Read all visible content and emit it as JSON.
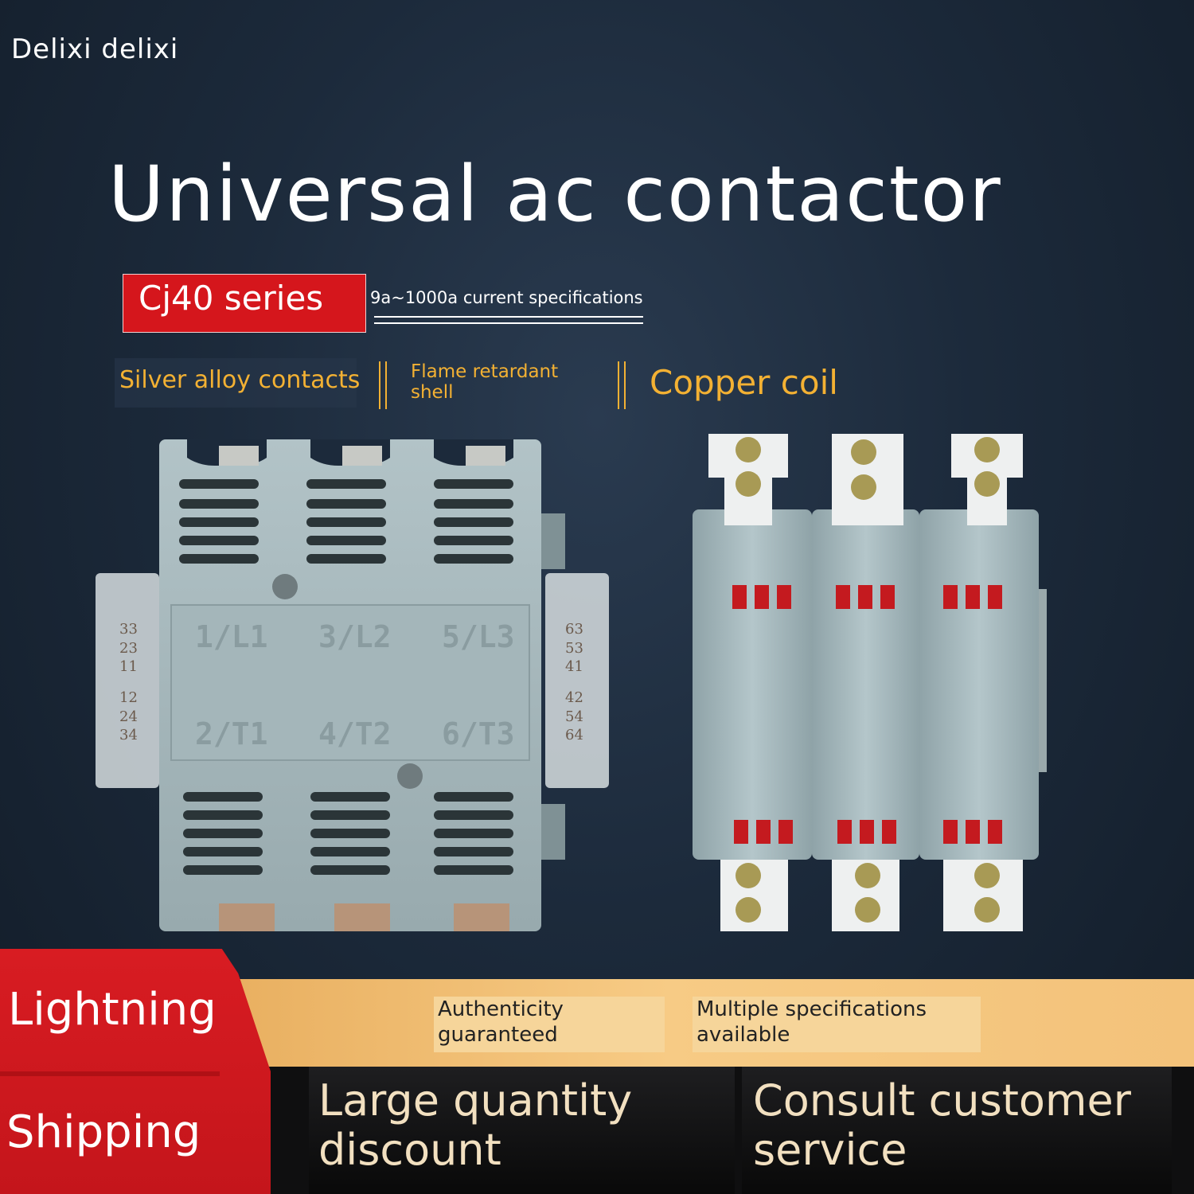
{
  "brand": "Delixi delixi",
  "title": "Universal ac contactor",
  "series_label": "Cj40 series",
  "spec_label": "9a~1000a current specifications",
  "features": [
    "Silver alloy contacts",
    "Flame retardant shell",
    "Copper coil"
  ],
  "terminals": {
    "top": [
      "1/L1",
      "3/L2",
      "5/L3"
    ],
    "bottom": [
      "2/T1",
      "4/T2",
      "6/T3"
    ],
    "aux_left": [
      "33",
      "23",
      "11",
      "12",
      "24",
      "34"
    ],
    "aux_right": [
      "63",
      "53",
      "41",
      "42",
      "54",
      "64"
    ]
  },
  "banner": {
    "red_line1": "Lightning",
    "red_line2": "Shipping",
    "badge1": "Authenticity guaranteed",
    "badge2": "Multiple specifications available",
    "promo1": "Large quantity discount",
    "promo2": "Consult customer service"
  },
  "colors": {
    "accent_red": "#d5161c",
    "accent_gold": "#f3b133",
    "shell": "#a9bcc0"
  }
}
